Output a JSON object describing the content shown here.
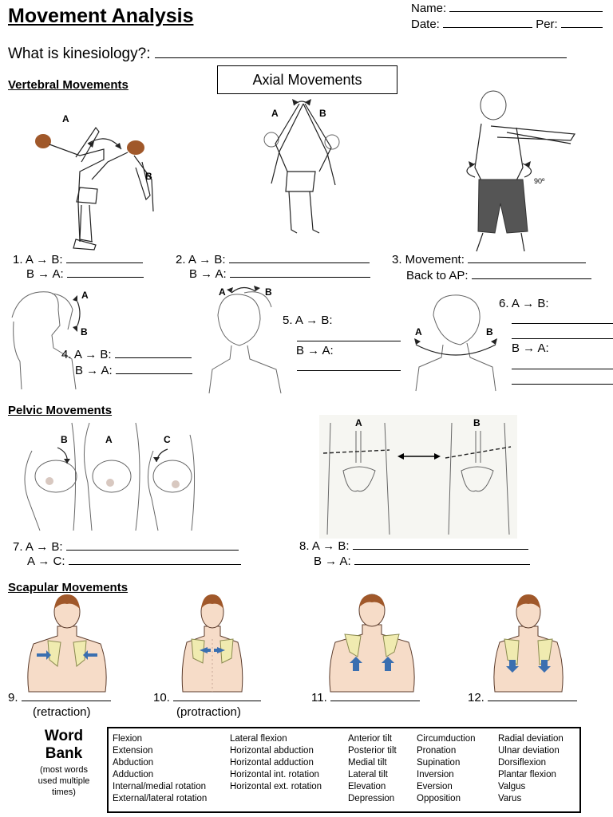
{
  "title": "Movement Analysis",
  "header": {
    "name_label": "Name:",
    "date_label": "Date:",
    "per_label": "Per:"
  },
  "kinesiology_question": "What is kinesiology?:",
  "axial_box": "Axial Movements",
  "sections": {
    "vertebral": "Vertebral Movements",
    "pelvic": "Pelvic Movements",
    "scapular": "Scapular Movements"
  },
  "figure_labels": {
    "a": "A",
    "b": "B",
    "c": "C",
    "degrees": "90º"
  },
  "questions": {
    "q1_a": "1. A → B:",
    "q1_b": "B → A:",
    "q2_a": "2. A → B:",
    "q2_b": "B → A:",
    "q3_a": "3. Movement:",
    "q3_b": "Back to AP:",
    "q4_a": "4. A → B:",
    "q4_b": "B → A:",
    "q5_a": "5. A → B:",
    "q5_b": "B → A:",
    "q6_a": "6. A → B:",
    "q6_b": "B → A:",
    "q7_a": "7. A → B:",
    "q7_b": "A → C:",
    "q8_a": "8. A → B:",
    "q8_b": "B → A:",
    "q9": "9.",
    "q9_hint": "(retraction)",
    "q10": "10.",
    "q10_hint": "(protraction)",
    "q11": "11.",
    "q12": "12."
  },
  "word_bank": {
    "title_line1": "Word",
    "title_line2": "Bank",
    "subtitle": "(most words used multiple times)",
    "columns": [
      [
        "Flexion",
        "Extension",
        "Abduction",
        "Adduction",
        "Internal/medial rotation",
        "External/lateral rotation"
      ],
      [
        "Lateral flexion",
        "Horizontal abduction",
        "Horizontal adduction",
        "Horizontal int. rotation",
        "Horizontal ext. rotation"
      ],
      [
        "Anterior tilt",
        "Posterior tilt",
        "Medial tilt",
        "Lateral tilt",
        "Elevation",
        "Depression"
      ],
      [
        "Circumduction",
        "Pronation",
        "Supination",
        "Inversion",
        "Eversion",
        "Opposition"
      ],
      [
        "Radial deviation",
        "Ulnar deviation",
        "Dorsiflexion",
        "Plantar flexion",
        "Valgus",
        "Varus"
      ]
    ]
  },
  "colors": {
    "skin": "#f6dcc8",
    "hair": "#a0582a",
    "scapula": "#f0ebb0",
    "arrow": "#3a6fb0"
  }
}
